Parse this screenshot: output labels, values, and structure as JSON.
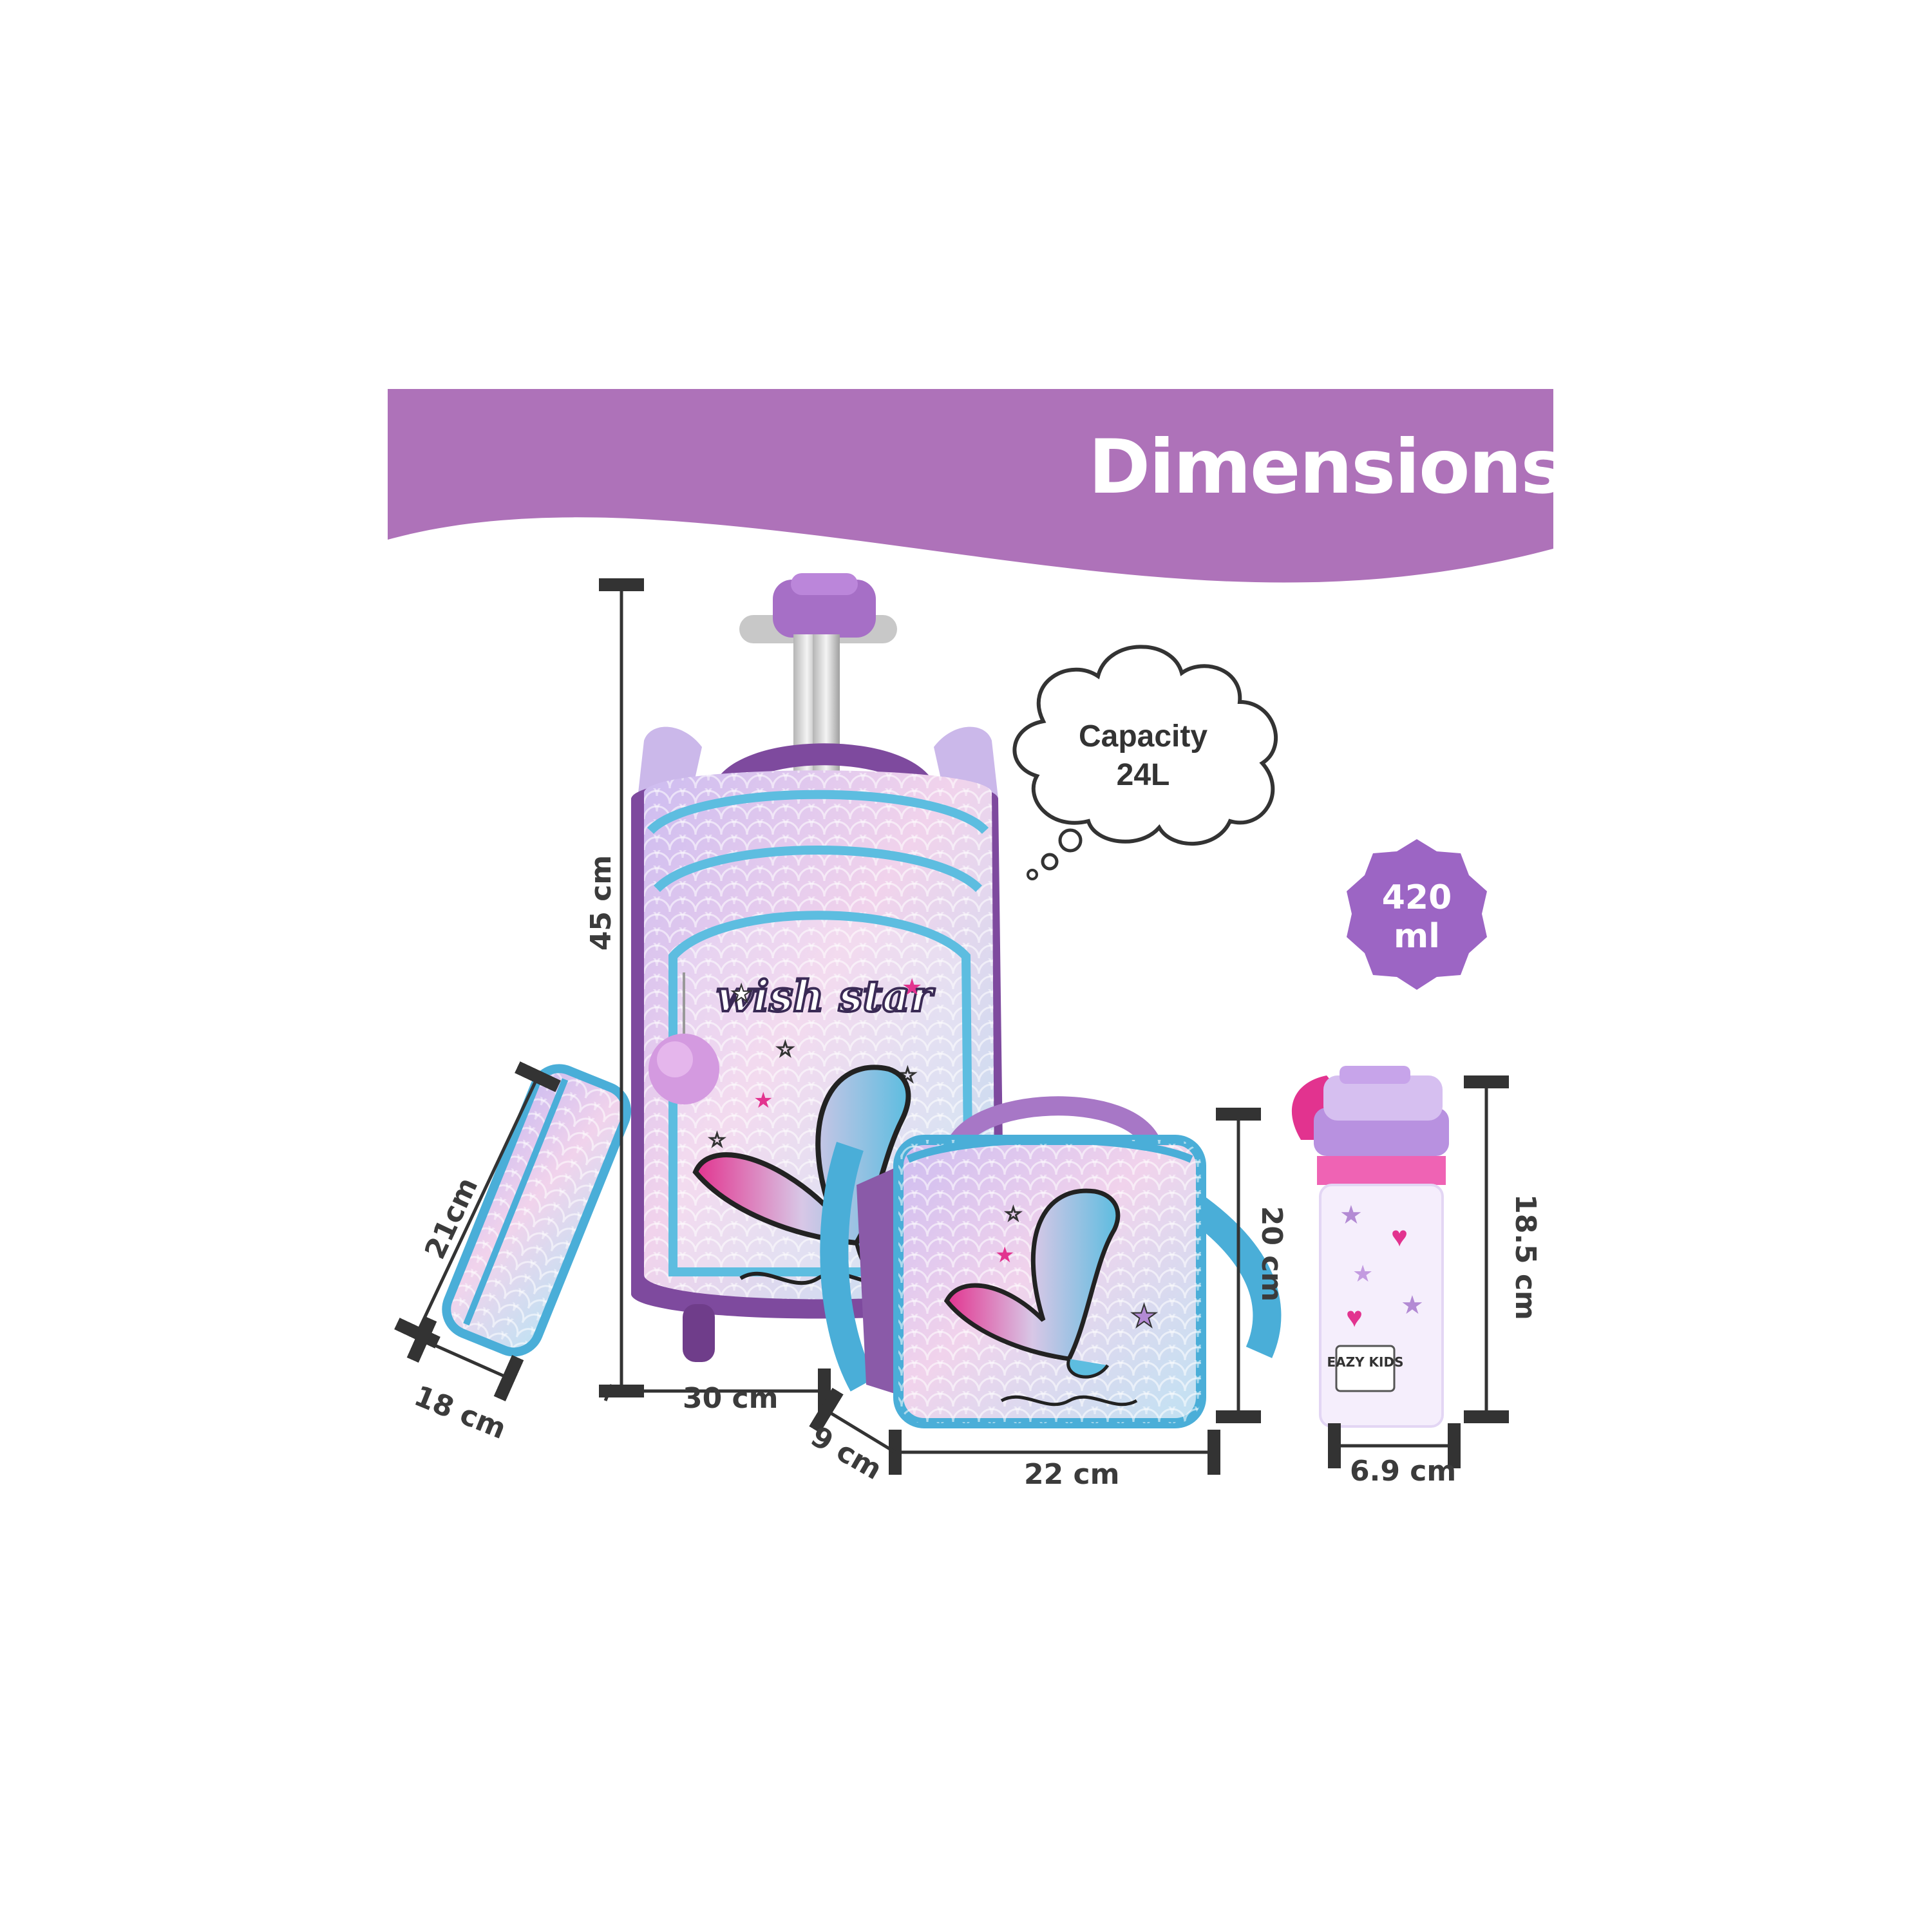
{
  "header": {
    "title": "Dimensions"
  },
  "capacity": {
    "line1": "Capacity",
    "line2": "24L"
  },
  "bottle_volume": {
    "line1": "420",
    "line2": "ml"
  },
  "measurements": {
    "backpack_height": "45 cm",
    "backpack_width": "30 cm",
    "pencil_case_length": "21cm",
    "pencil_case_width": "18 cm",
    "lunch_bag_height": "20 cm",
    "lunch_bag_width": "22 cm",
    "lunch_bag_depth": "9 cm",
    "bottle_height": "18.5 cm",
    "bottle_diameter": "6.9 cm"
  },
  "artwork": {
    "backpack_text": "wish star",
    "bottle_brand": "EAZY KIDS"
  },
  "colors": {
    "banner": "#ae72b9",
    "badge": "#9c65c4",
    "lavender": "#d9c3ef",
    "pink": "#e2338f",
    "aqua": "#5dbde0",
    "strap_blue": "#4aaed8",
    "purple_trim": "#7e4a9e",
    "dimension_line": "#333333"
  }
}
